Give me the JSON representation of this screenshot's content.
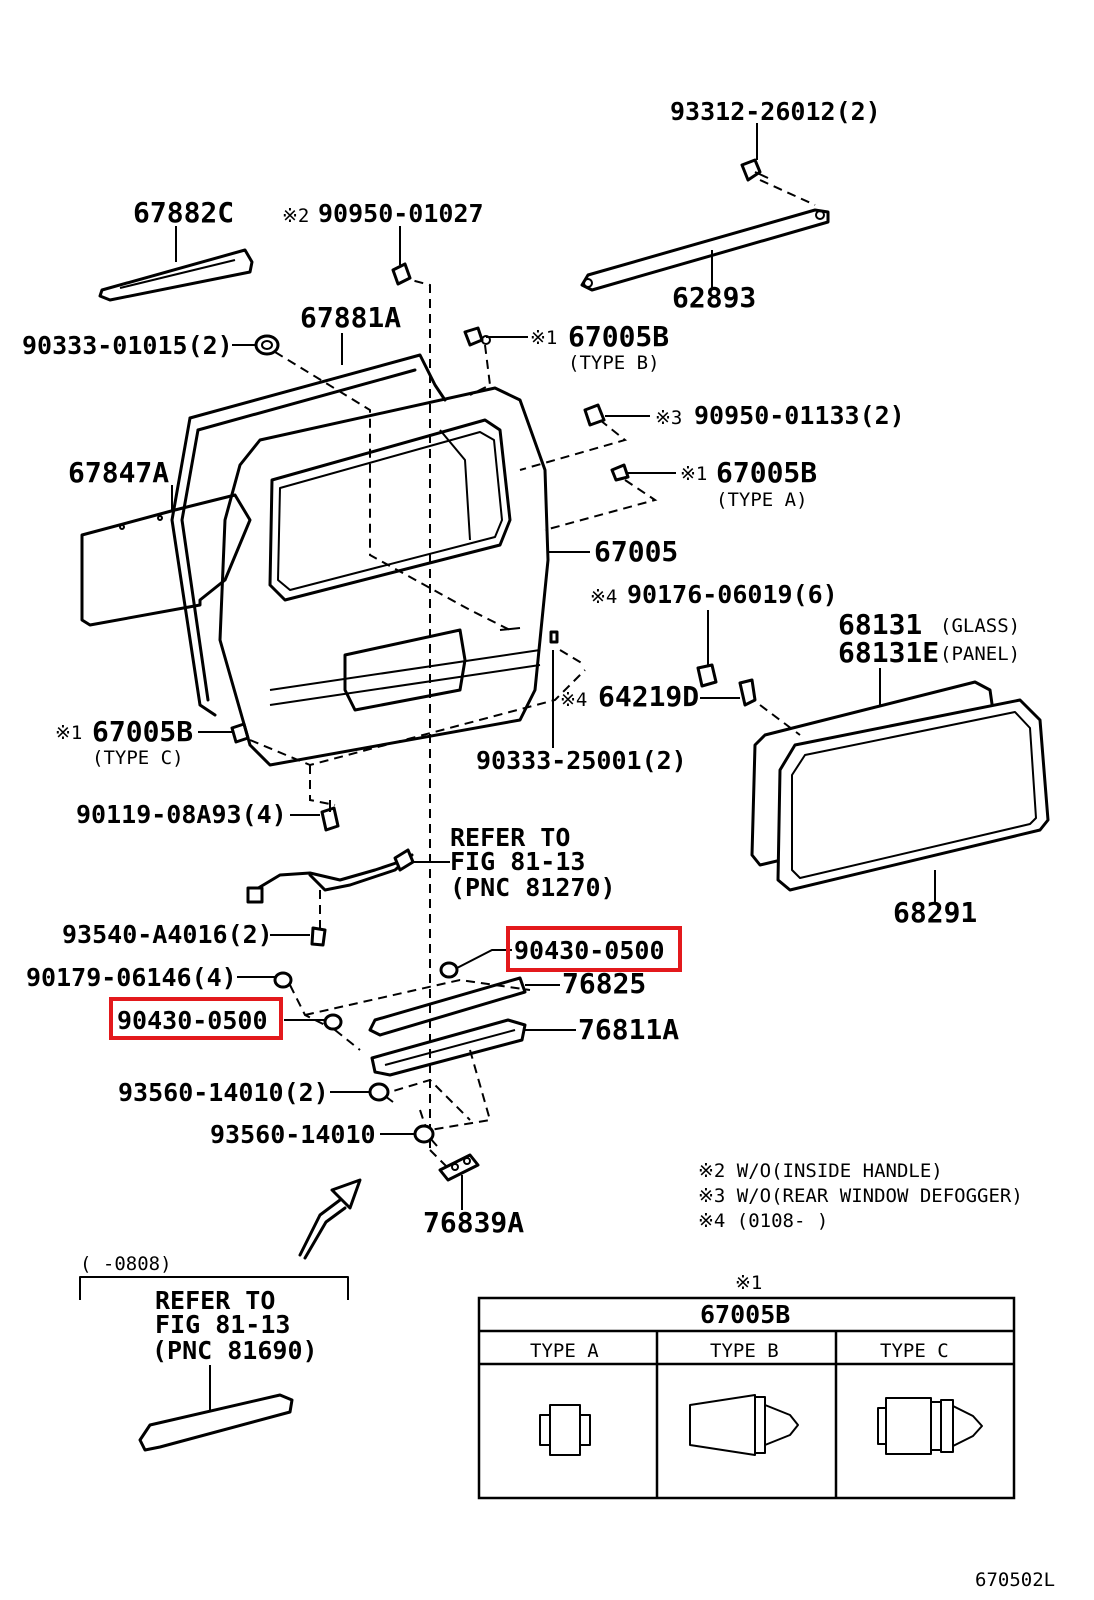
{
  "colors": {
    "highlight": "#e3191c",
    "ink": "#000000",
    "background": "#ffffff"
  },
  "labels": {
    "p93312": "93312-26012(2)",
    "p67882c": "67882C",
    "p90950_01027_mark": "※2",
    "p90950_01027": "90950-01027",
    "p62893": "62893",
    "p90333_01015": "90333-01015(2)",
    "p67881a": "67881A",
    "p67005b_b_mark": "※1",
    "p67005b_b": "67005B",
    "p67005b_b_type": "(TYPE  B)",
    "p90950_01133_mark": "※3",
    "p90950_01133": "90950-01133(2)",
    "p67847a": "67847A",
    "p67005b_a_mark": "※1",
    "p67005b_a": "67005B",
    "p67005b_a_type": "(TYPE  A)",
    "p67005": "67005",
    "p90176_mark": "※4",
    "p90176": "90176-06019(6)",
    "p68131": "68131",
    "p68131_note": "(GLASS)",
    "p68131e": "68131E",
    "p68131e_note": "(PANEL)",
    "p64219d_mark": "※4",
    "p64219d": "64219D",
    "p67005b_c_mark": "※1",
    "p67005b_c": "67005B",
    "p67005b_c_type": "(TYPE  C)",
    "p90333_25001": "90333-25001(2)",
    "p90119": "90119-08A93(4)",
    "refer1_line1": "REFER TO",
    "refer1_line2": "FIG 81-13",
    "refer1_line3": "(PNC 81270)",
    "p68291": "68291",
    "p93540": "93540-A4016(2)",
    "p90430_right": "90430-0500",
    "p76825": "76825",
    "p90179": "90179-06146(4)",
    "p90430_left": "90430-0500",
    "p76811a": "76811A",
    "p93560_2": "93560-14010(2)",
    "p93560": "93560-14010",
    "p76839a": "76839A",
    "note2": "※2 W/O(INSIDE HANDLE)",
    "note3": "※3 W/O(REAR WINDOW DEFOGGER)",
    "note4": "※4 (0108-     )",
    "range_label": "(     -0808)",
    "refer2_line1": "REFER TO",
    "refer2_line2": "FIG 81-13",
    "refer2_line3": "(PNC 81690)",
    "diagram_id": "670502L"
  },
  "table": {
    "mark": "※1",
    "title": "67005B",
    "columns": [
      "TYPE  A",
      "TYPE  B",
      "TYPE  C"
    ]
  }
}
